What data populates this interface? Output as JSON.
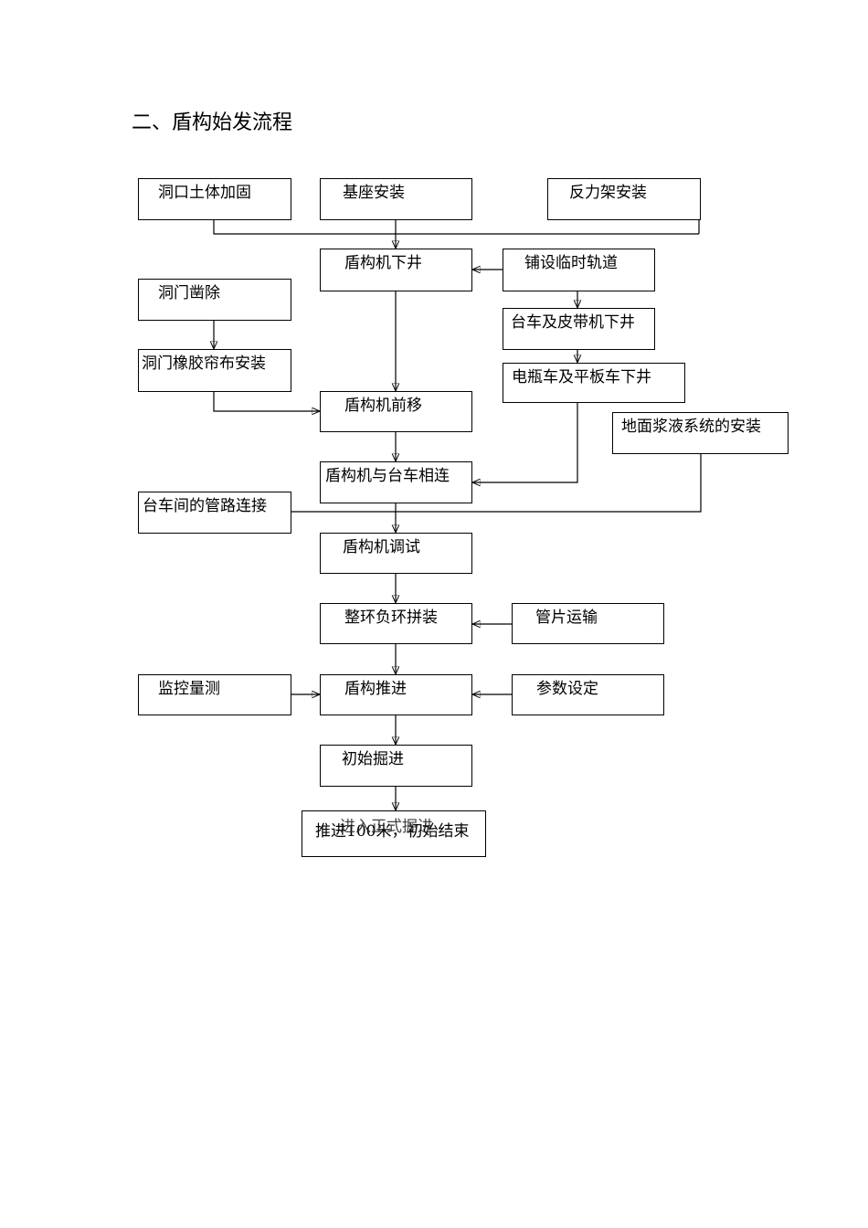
{
  "title": "二、盾构始发流程",
  "boxes": {
    "b1": "洞口土体加固",
    "b2": "基座安装",
    "b3": "反力架安装",
    "b4": "盾构机下井",
    "b5": "铺设临时轨道",
    "b6": "洞门凿除",
    "b7": "台车及皮带机下井",
    "b8": "洞门橡胶帘布安装",
    "b9": "电瓶车及平板车下井",
    "b10": "盾构机前移",
    "b11": "地面浆液系统的安装",
    "b12": "盾构机与台车相连",
    "b13": "台车间的管路连接",
    "b14": "盾构机调试",
    "b15": "整环负环拼装",
    "b16": "管片运输",
    "b17": "监控量测",
    "b18": "盾构推进",
    "b19": "参数设定",
    "b20": "初始掘进",
    "b21": "推进100米，初始结束",
    "b21_overlap": "进入正式掘进"
  }
}
